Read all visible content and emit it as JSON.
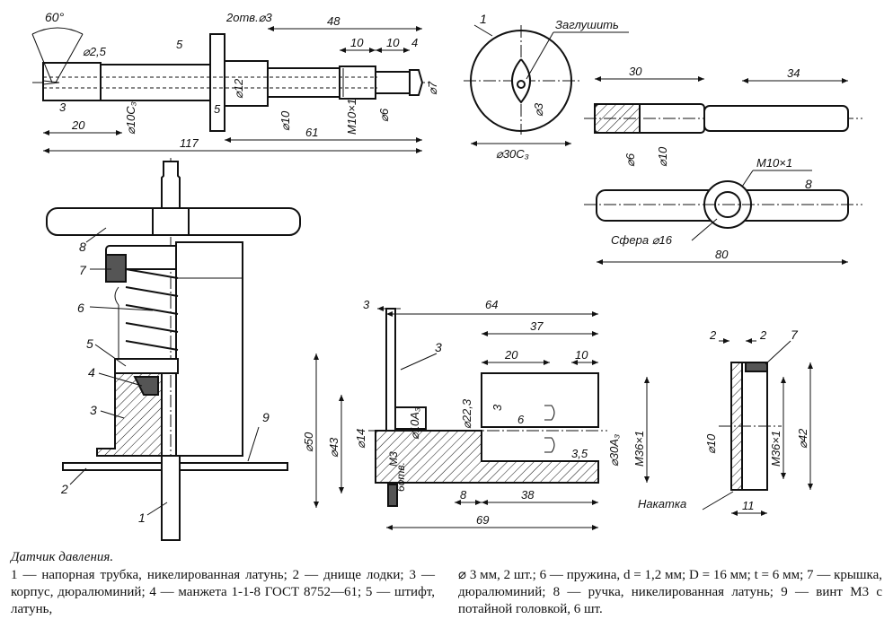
{
  "drawing": {
    "top": {
      "angle": "60°",
      "d_hole": "⌀2,5",
      "holes": "2отв.⌀3",
      "len_48": "48",
      "len_10a": "10",
      "len_10b": "10",
      "len_4": "4",
      "len_5": "5",
      "len_5b": "5",
      "len_3": "3",
      "len_20": "20",
      "len_117": "117",
      "len_61": "61",
      "d_10c3": "⌀10С₃",
      "d_12": "⌀12",
      "d_10": "⌀10",
      "m10": "M10×1",
      "d_6": "⌀6",
      "d_7": "⌀7"
    },
    "disc": {
      "num": "1",
      "plug": "Заглушить",
      "d3": "⌀3",
      "d30": "⌀30С₃"
    },
    "handle": {
      "len_30": "30",
      "len_34": "34",
      "d6": "⌀6",
      "d10": "⌀10",
      "m10": "M10×1",
      "num": "8",
      "sphere": "Сфера ⌀16",
      "len_80": "80"
    },
    "assembly": {
      "n8": "8",
      "n7": "7",
      "n6": "6",
      "n5": "5",
      "n4": "4",
      "n3": "3",
      "n2": "2",
      "n1": "1",
      "n9": "9"
    },
    "section": {
      "d3": "3",
      "len_64": "64",
      "len_37": "37",
      "n3": "3",
      "len_20": "20",
      "len_10": "10",
      "d50": "⌀50",
      "d43": "⌀43",
      "d14": "⌀14",
      "d10a3": "⌀10A₃",
      "d22": "⌀22,3",
      "v3": "3",
      "v6": "6",
      "d30a3": "⌀30A₃",
      "m36": "M36×1",
      "v35": "3,5",
      "six_holes": "6отв.",
      "m3": "M3",
      "len_8": "8",
      "len_38": "38",
      "len_69": "69"
    },
    "cap": {
      "w2a": "2",
      "w2b": "2",
      "num": "7",
      "d10": "⌀10",
      "m36": "M36×1",
      "d42": "⌀42",
      "knurl": "Накатка",
      "len_11": "11"
    }
  },
  "caption": {
    "title": "Датчик давления.",
    "left": "1 — напорная трубка, никелированная латунь; 2 — днище лодки; 3 — корпус, дюралюминий; 4 — манжета 1-1-8 ГОСТ 8752—61; 5 — штифт, латунь,",
    "right": "⌀ 3 мм, 2 шт.; 6 — пружина, d = 1,2 мм; D = 16 мм; t = 6 мм; 7 — крышка, дюралюминий; 8 — ручка, никелированная латунь; 9 — винт М3 с потайной головкой, 6 шт."
  }
}
